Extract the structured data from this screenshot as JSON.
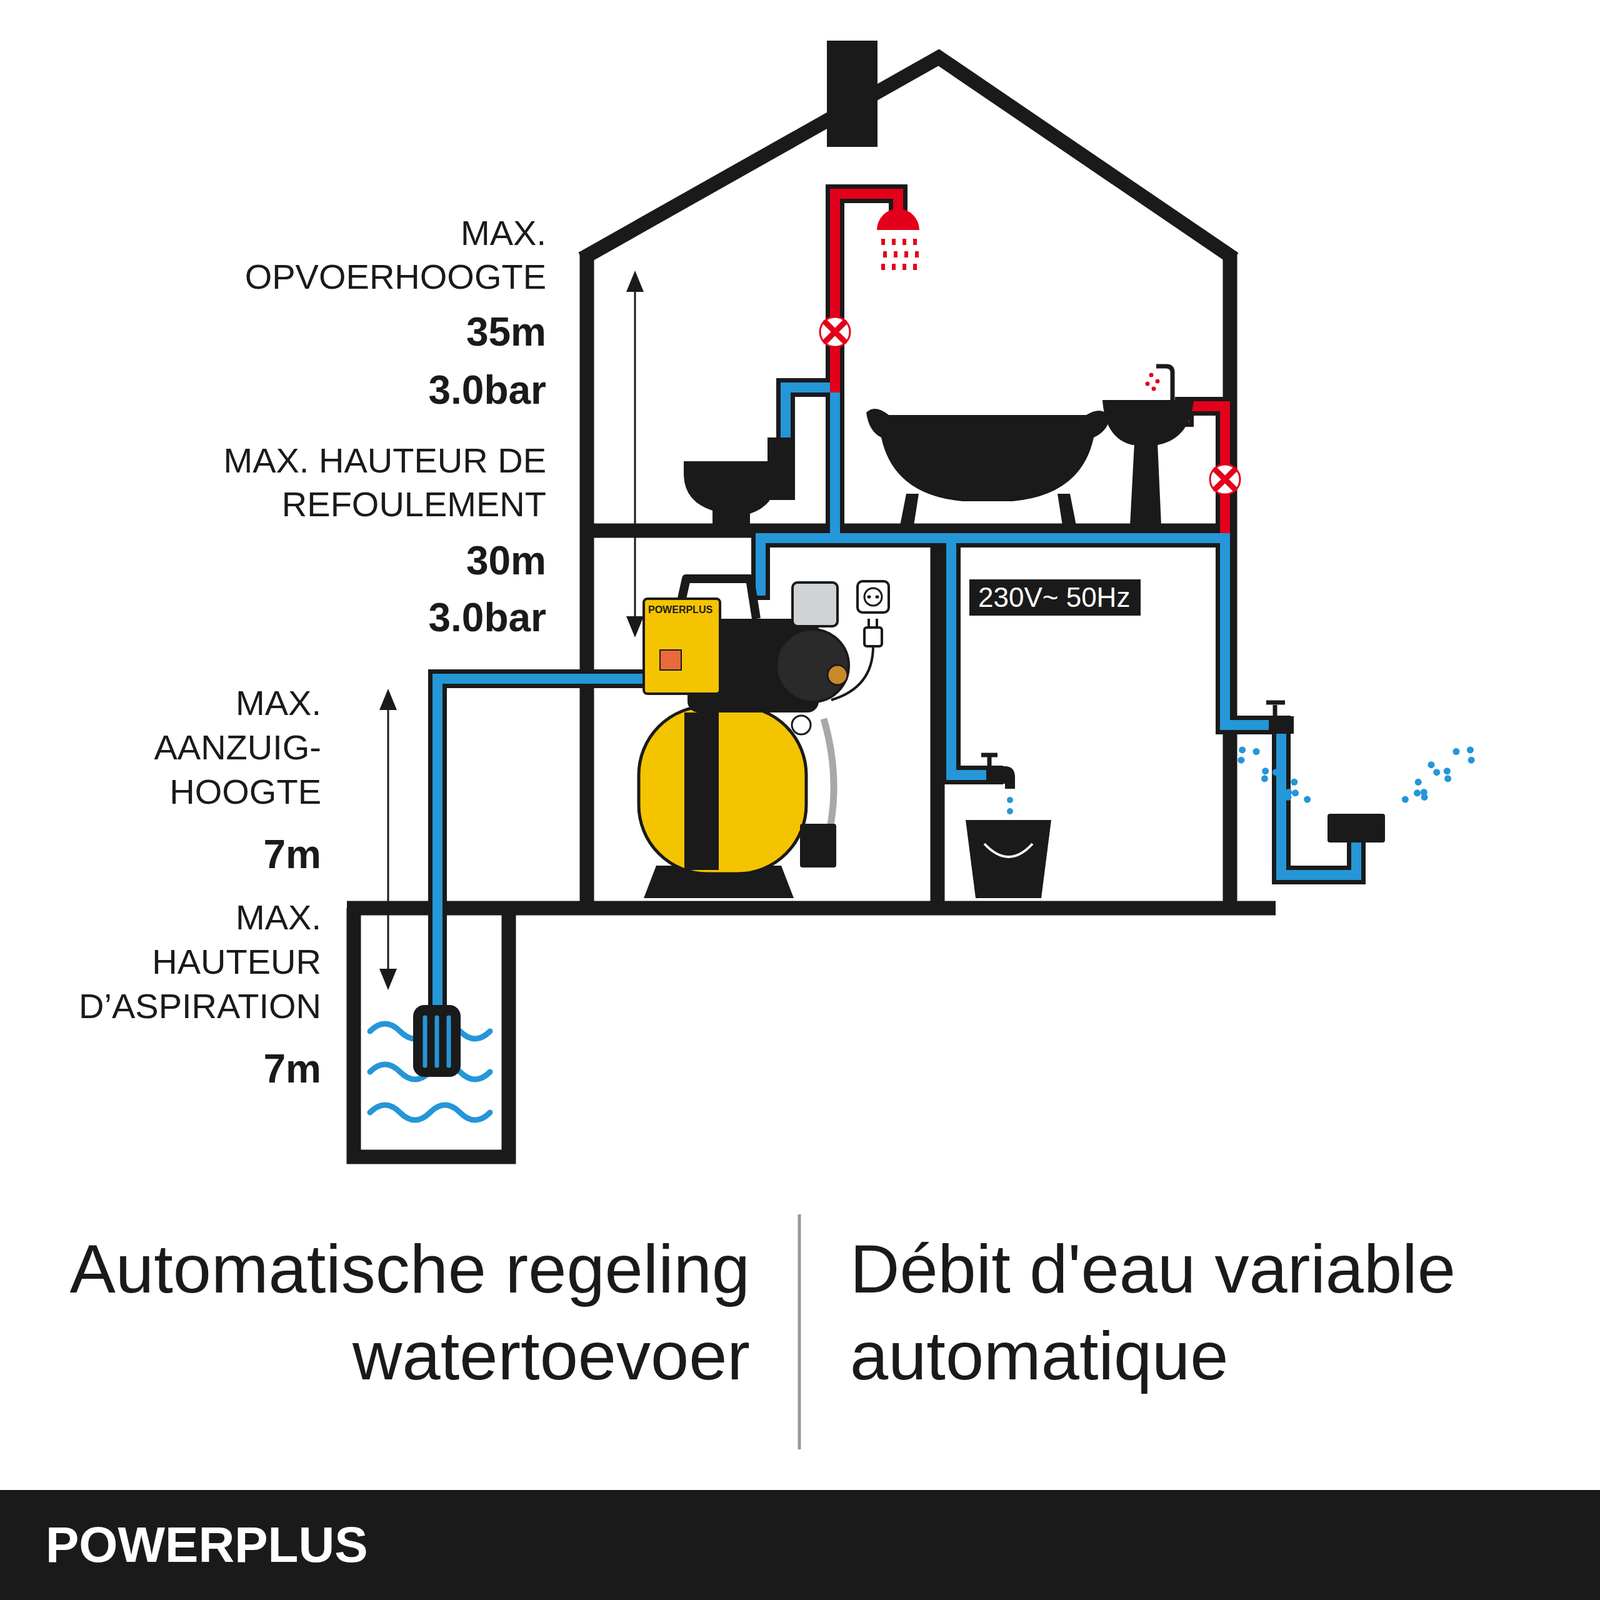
{
  "diagram": {
    "nodes": [
      {
        "text": [
          "230V~ 50Hz"
        ]
      }
    ],
    "labels": [
      "MAX. OPVOERHOOGTE",
      "35m",
      "3.0bar",
      "MAX. HAUTEUR DE REFOULEMENT",
      "30m",
      "3.0bar",
      "MAX. AANZUIG- HOOGTE",
      "7m",
      "MAX. HAUTEUR D’ASPIRATION",
      "7m",
      "POWERPLUS",
      "Automatische regeling watertoevoer",
      "Débit d'eau variable automatique",
      "POWERPLUS"
    ]
  }
}
